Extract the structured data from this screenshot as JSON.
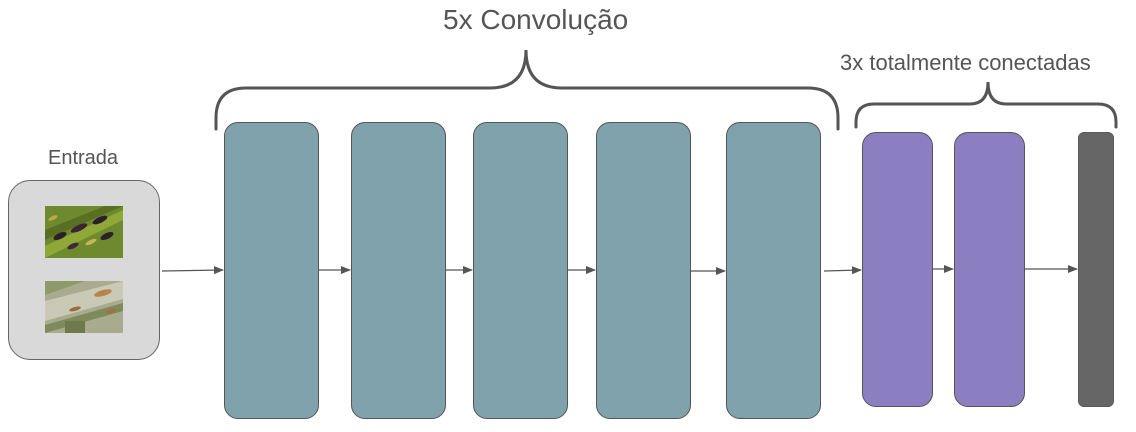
{
  "labels": {
    "input": "Entrada",
    "conv_group": "5x Convolução",
    "fc_group": "3x totalmente conectadas"
  },
  "colors": {
    "conv_layer": "#7fa2ad",
    "fc_layer": "#8b7fc2",
    "output_layer": "#666666",
    "input_box": "#d9d9d9",
    "arrow": "#555555"
  },
  "images": [
    {
      "name": "leaf-sample-1",
      "description_icon": "leaf-photo-icon"
    },
    {
      "name": "leaf-sample-2",
      "description_icon": "leaf-photo-icon"
    }
  ]
}
